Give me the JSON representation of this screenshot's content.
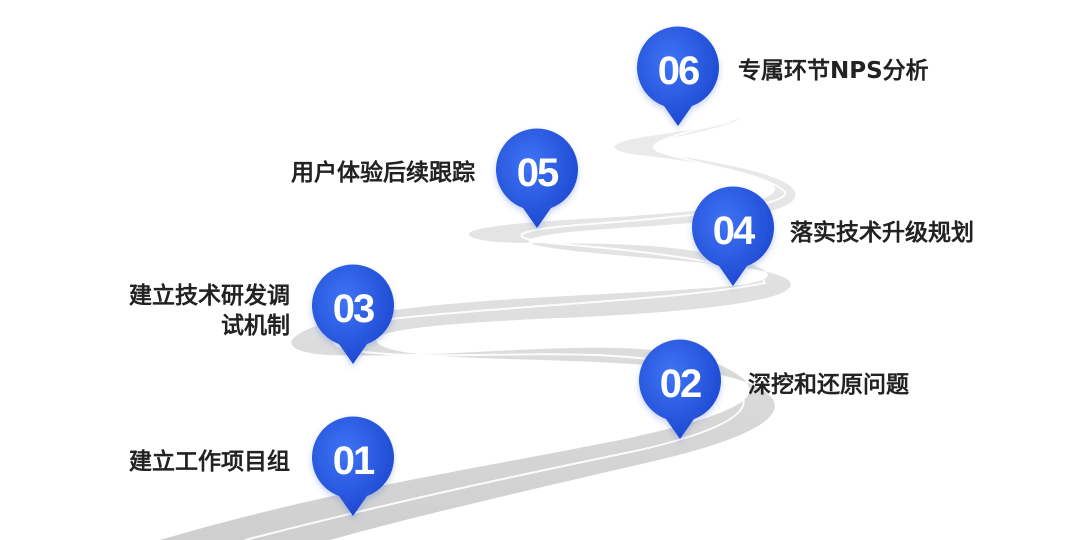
{
  "steps": [
    {
      "number": "01",
      "label": "建立工作项目组"
    },
    {
      "number": "02",
      "label": "深挖和还原问题"
    },
    {
      "number": "03",
      "label_line1": "建立技术研发调",
      "label_line2": "试机制"
    },
    {
      "number": "04",
      "label": "落实技术升级规划"
    },
    {
      "number": "05",
      "label": "用户体验后续跟踪"
    },
    {
      "number": "06",
      "label": "专属环节NPS分析"
    }
  ],
  "colors": {
    "pin": "#1e4fd6",
    "pin_light": "#2f6af0",
    "road": "#d9d9d9",
    "road_edge": "#c4c4c4",
    "line": "#ffffff"
  },
  "icons": [
    "map-pin-icon"
  ]
}
